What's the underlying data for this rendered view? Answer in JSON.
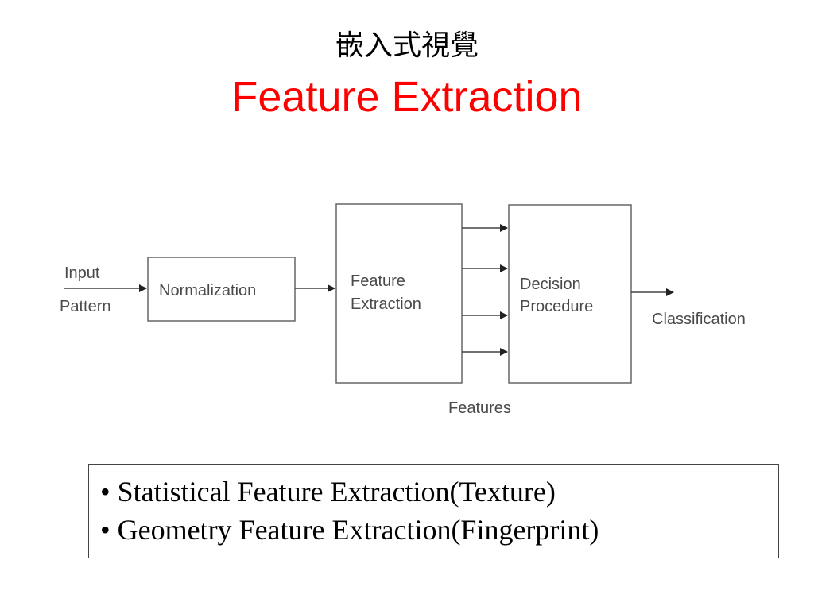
{
  "slide": {
    "title_cn": "嵌入式視覺",
    "title_en": "Feature Extraction"
  },
  "diagram": {
    "input_label_line1": "Input",
    "input_label_line2": "Pattern",
    "normalization_label": "Normalization",
    "feature_extraction_line1": "Feature",
    "feature_extraction_line2": "Extraction",
    "decision_procedure_line1": "Decision",
    "decision_procedure_line2": "Procedure",
    "classification_label": "Classification",
    "features_label": "Features"
  },
  "bullets": [
    "• Statistical Feature Extraction(Texture)",
    "• Geometry Feature Extraction(Fingerprint)"
  ],
  "colors": {
    "title_en": "#ff0000",
    "diagram_lines": "#444444",
    "diagram_text": "#4a4a4a"
  }
}
